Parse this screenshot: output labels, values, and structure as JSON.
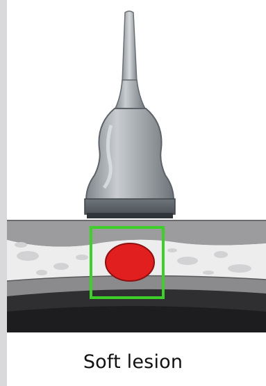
{
  "figure": {
    "caption": "Soft lesion",
    "colors": {
      "lesion": "#e21f1f",
      "highlight_box": "#3fcf2a",
      "tissue_top": "#9a9a9a",
      "tissue_fill": "#ececec",
      "tissue_bottom": "#8a8a8a",
      "dark_base": "#2e2e2e",
      "probe_body": "#a9aeb2",
      "probe_base": "#5f666b"
    },
    "icons": {
      "probe": "ultrasound-probe-icon",
      "lesion": "lesion-circle",
      "box": "detection-box"
    }
  }
}
